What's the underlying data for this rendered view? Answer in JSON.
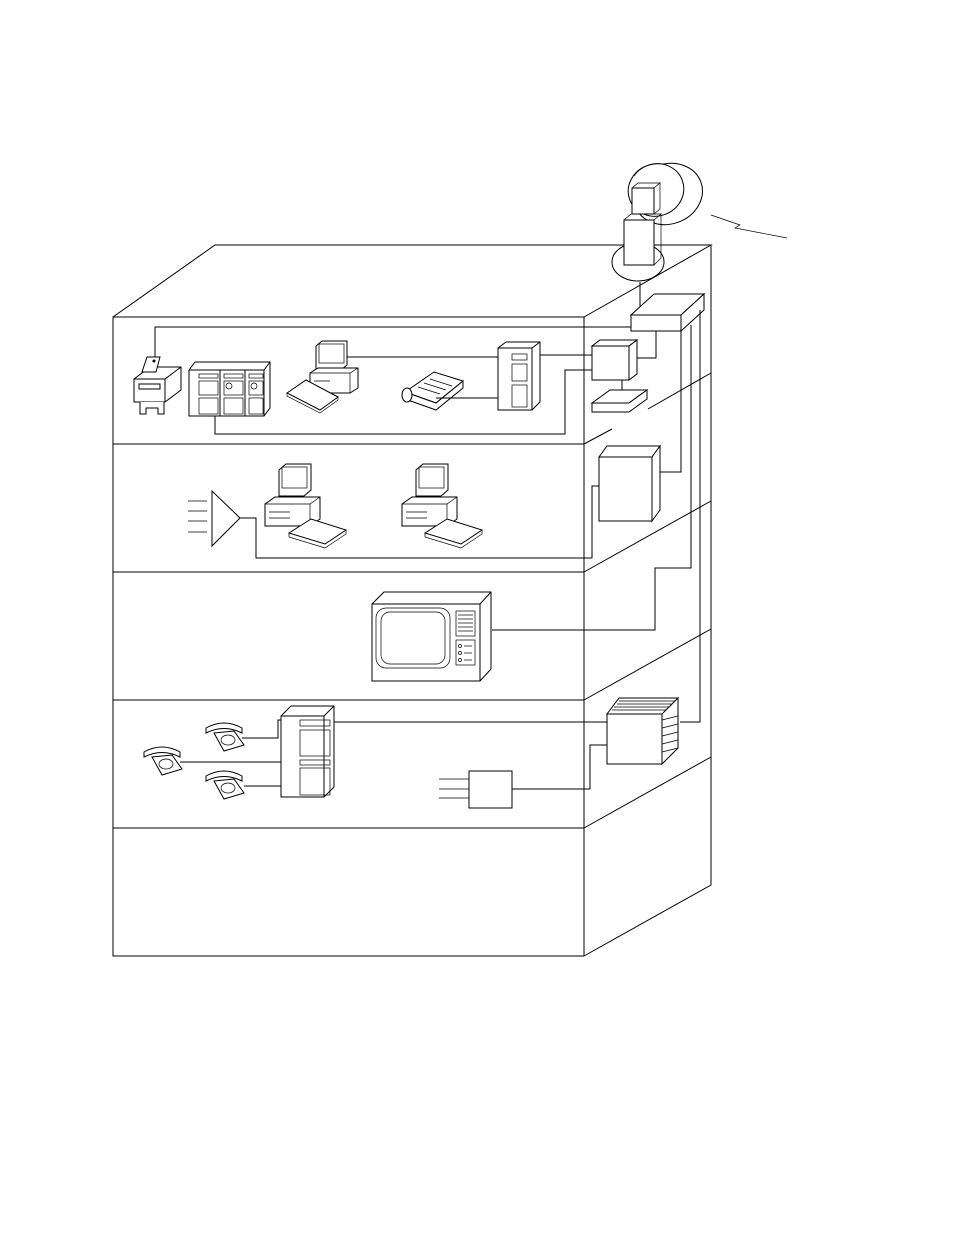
{
  "diagram": {
    "kind": "building-communications-wiring",
    "stroke_color": "#000000",
    "background_color": "#ffffff",
    "floors": [
      {
        "level": 1,
        "devices": [
          "fax-machine",
          "equipment-rack",
          "desktop-computer",
          "telephone-console",
          "tower-server"
        ]
      },
      {
        "level": 2,
        "devices": [
          "amplifier",
          "desktop-computer",
          "desktop-computer"
        ]
      },
      {
        "level": 3,
        "devices": [
          "television-monitor"
        ]
      },
      {
        "level": 4,
        "devices": [
          "telephone",
          "telephone",
          "telephone",
          "pbx-tower",
          "line-interface-box"
        ]
      },
      {
        "level": 5,
        "devices": []
      }
    ],
    "riser": {
      "devices": [
        "satellite-dish",
        "roof-distribution-unit",
        "terminal",
        "keyboard",
        "cabinet",
        "patch-panel"
      ]
    }
  }
}
